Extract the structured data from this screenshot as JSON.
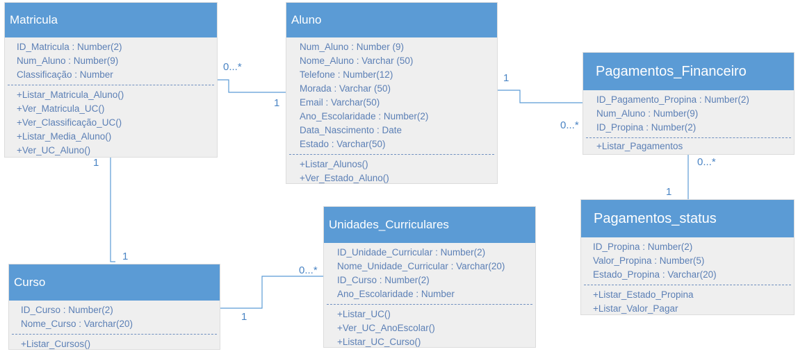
{
  "classes": {
    "matricula": {
      "name": "Matricula",
      "attributes": [
        "ID_Matricula : Number(2)",
        "Num_Aluno : Number(9)",
        "Classificação : Number"
      ],
      "methods": [
        "+Listar_Matricula_Aluno()",
        "+Ver_Matricula_UC()",
        "+Ver_Classificação_UC()",
        "+Listar_Media_Aluno()",
        "+Ver_UC_Aluno()"
      ]
    },
    "aluno": {
      "name": "Aluno",
      "attributes": [
        "Num_Aluno : Number (9)",
        "Nome_Aluno : Varchar (50)",
        "Telefone : Number(12)",
        "Morada : Varchar (50)",
        "Email : Varchar(50)",
        "Ano_Escolaridade : Number(2)",
        "Data_Nascimento : Date",
        "Estado : Varchar(50)"
      ],
      "methods": [
        "+Listar_Alunos()",
        "+Ver_Estado_Aluno()"
      ]
    },
    "pagamentos_financeiro": {
      "name": "Pagamentos_Financeiro",
      "attributes": [
        "ID_Pagamento_Propina : Number(2)",
        "Num_Aluno : Number(9)",
        "ID_Propina : Number(2)"
      ],
      "methods": [
        "+Listar_Pagamentos"
      ]
    },
    "pagamentos_status": {
      "name": "Pagamentos_status",
      "attributes": [
        "ID_Propina : Number(2)",
        "Valor_Propina : Number(5)",
        "Estado_Propina : Varchar(20)"
      ],
      "methods": [
        "+Listar_Estado_Propina",
        "+Listar_Valor_Pagar"
      ]
    },
    "unidades_curriculares": {
      "name": "Unidades_Curriculares",
      "attributes": [
        "ID_Unidade_Curricular : Number(2)",
        "Nome_Unidade_Curricular : Varchar(20)",
        "ID_Curso : Number(2)",
        "Ano_Escolaridade : Number"
      ],
      "methods": [
        "+Listar_UC()",
        "+Ver_UC_AnoEscolar()",
        "+Listar_UC_Curso()"
      ]
    },
    "curso": {
      "name": "Curso",
      "attributes": [
        "ID_Curso : Number(2)",
        "Nome_Curso : Varchar(20)"
      ],
      "methods": [
        "+Listar_Cursos()"
      ]
    }
  },
  "multiplicities": {
    "matricula_aluno_many": "0...*",
    "matricula_aluno_one": "1",
    "aluno_pag_one": "1",
    "aluno_pag_many": "0...*",
    "pag_status_many": "0...*",
    "pag_status_one": "1",
    "matricula_curso_one_top": "1",
    "matricula_curso_one_bottom": "1",
    "curso_uc_one": "1",
    "curso_uc_many": "0...*"
  },
  "colors": {
    "header": "#5b9bd5",
    "body": "#efefef",
    "text": "#5b7fb5",
    "line": "#5b9bd5"
  }
}
